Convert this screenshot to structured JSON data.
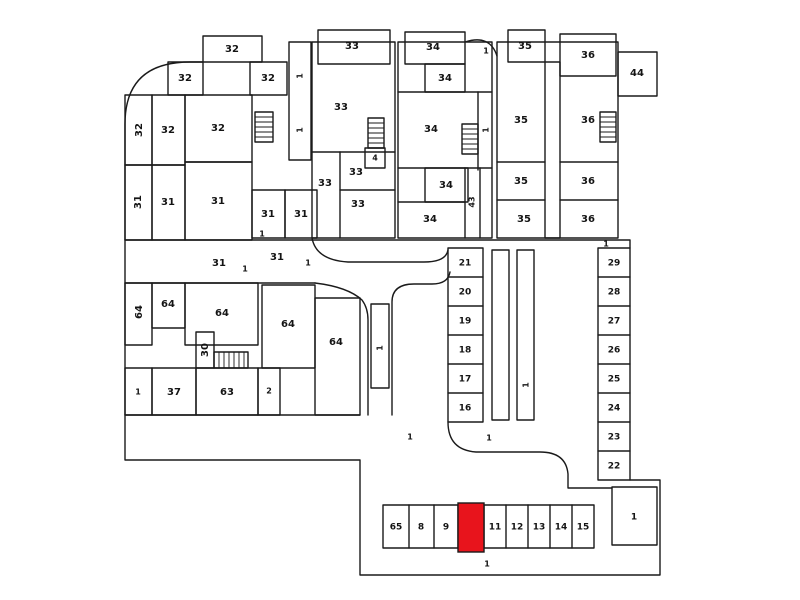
{
  "plan": {
    "colors": {
      "line": "#1a1a1a",
      "background": "#ffffff",
      "highlight": "#e8141c"
    },
    "room_numbers": {
      "r1": "1",
      "r2": "2",
      "r4": "4",
      "r30": "30",
      "r31": "31",
      "r32": "32",
      "r33": "33",
      "r34": "34",
      "r35": "35",
      "r36": "36",
      "r37": "37",
      "r43": "43",
      "r44": "44",
      "r63": "63",
      "r64": "64",
      "corridor": "1"
    },
    "storage_left_column": [
      "21",
      "20",
      "19",
      "18",
      "17",
      "16"
    ],
    "storage_right_column": [
      "29",
      "28",
      "27",
      "26",
      "25",
      "24",
      "23",
      "22"
    ],
    "bottom_row": [
      "65",
      "8",
      "9",
      "",
      "11",
      "12",
      "13",
      "14",
      "15"
    ],
    "bottom_right_unit": "1"
  }
}
